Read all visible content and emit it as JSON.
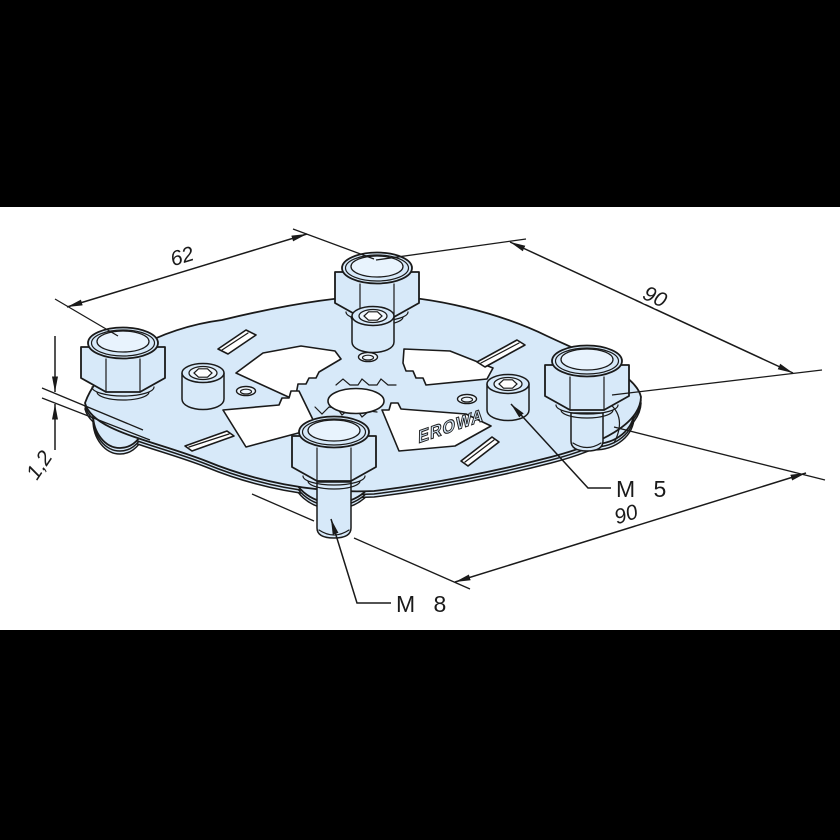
{
  "drawing": {
    "brand_engraving": "EROWA",
    "dimensions": {
      "edge_width": "62",
      "overall_depth_right": "90",
      "overall_width_bottom": "90",
      "plate_thickness": "1,2"
    },
    "labels": {
      "socket_thread": "M 5",
      "stud_thread": "M 8"
    },
    "colors": {
      "part_fill": "#d7e9f9",
      "part_highlight": "#e8f3fd",
      "cutout": "#ffffff",
      "line": "#1a1a1a",
      "letterbox": "#000000",
      "background": "#ffffff"
    }
  }
}
